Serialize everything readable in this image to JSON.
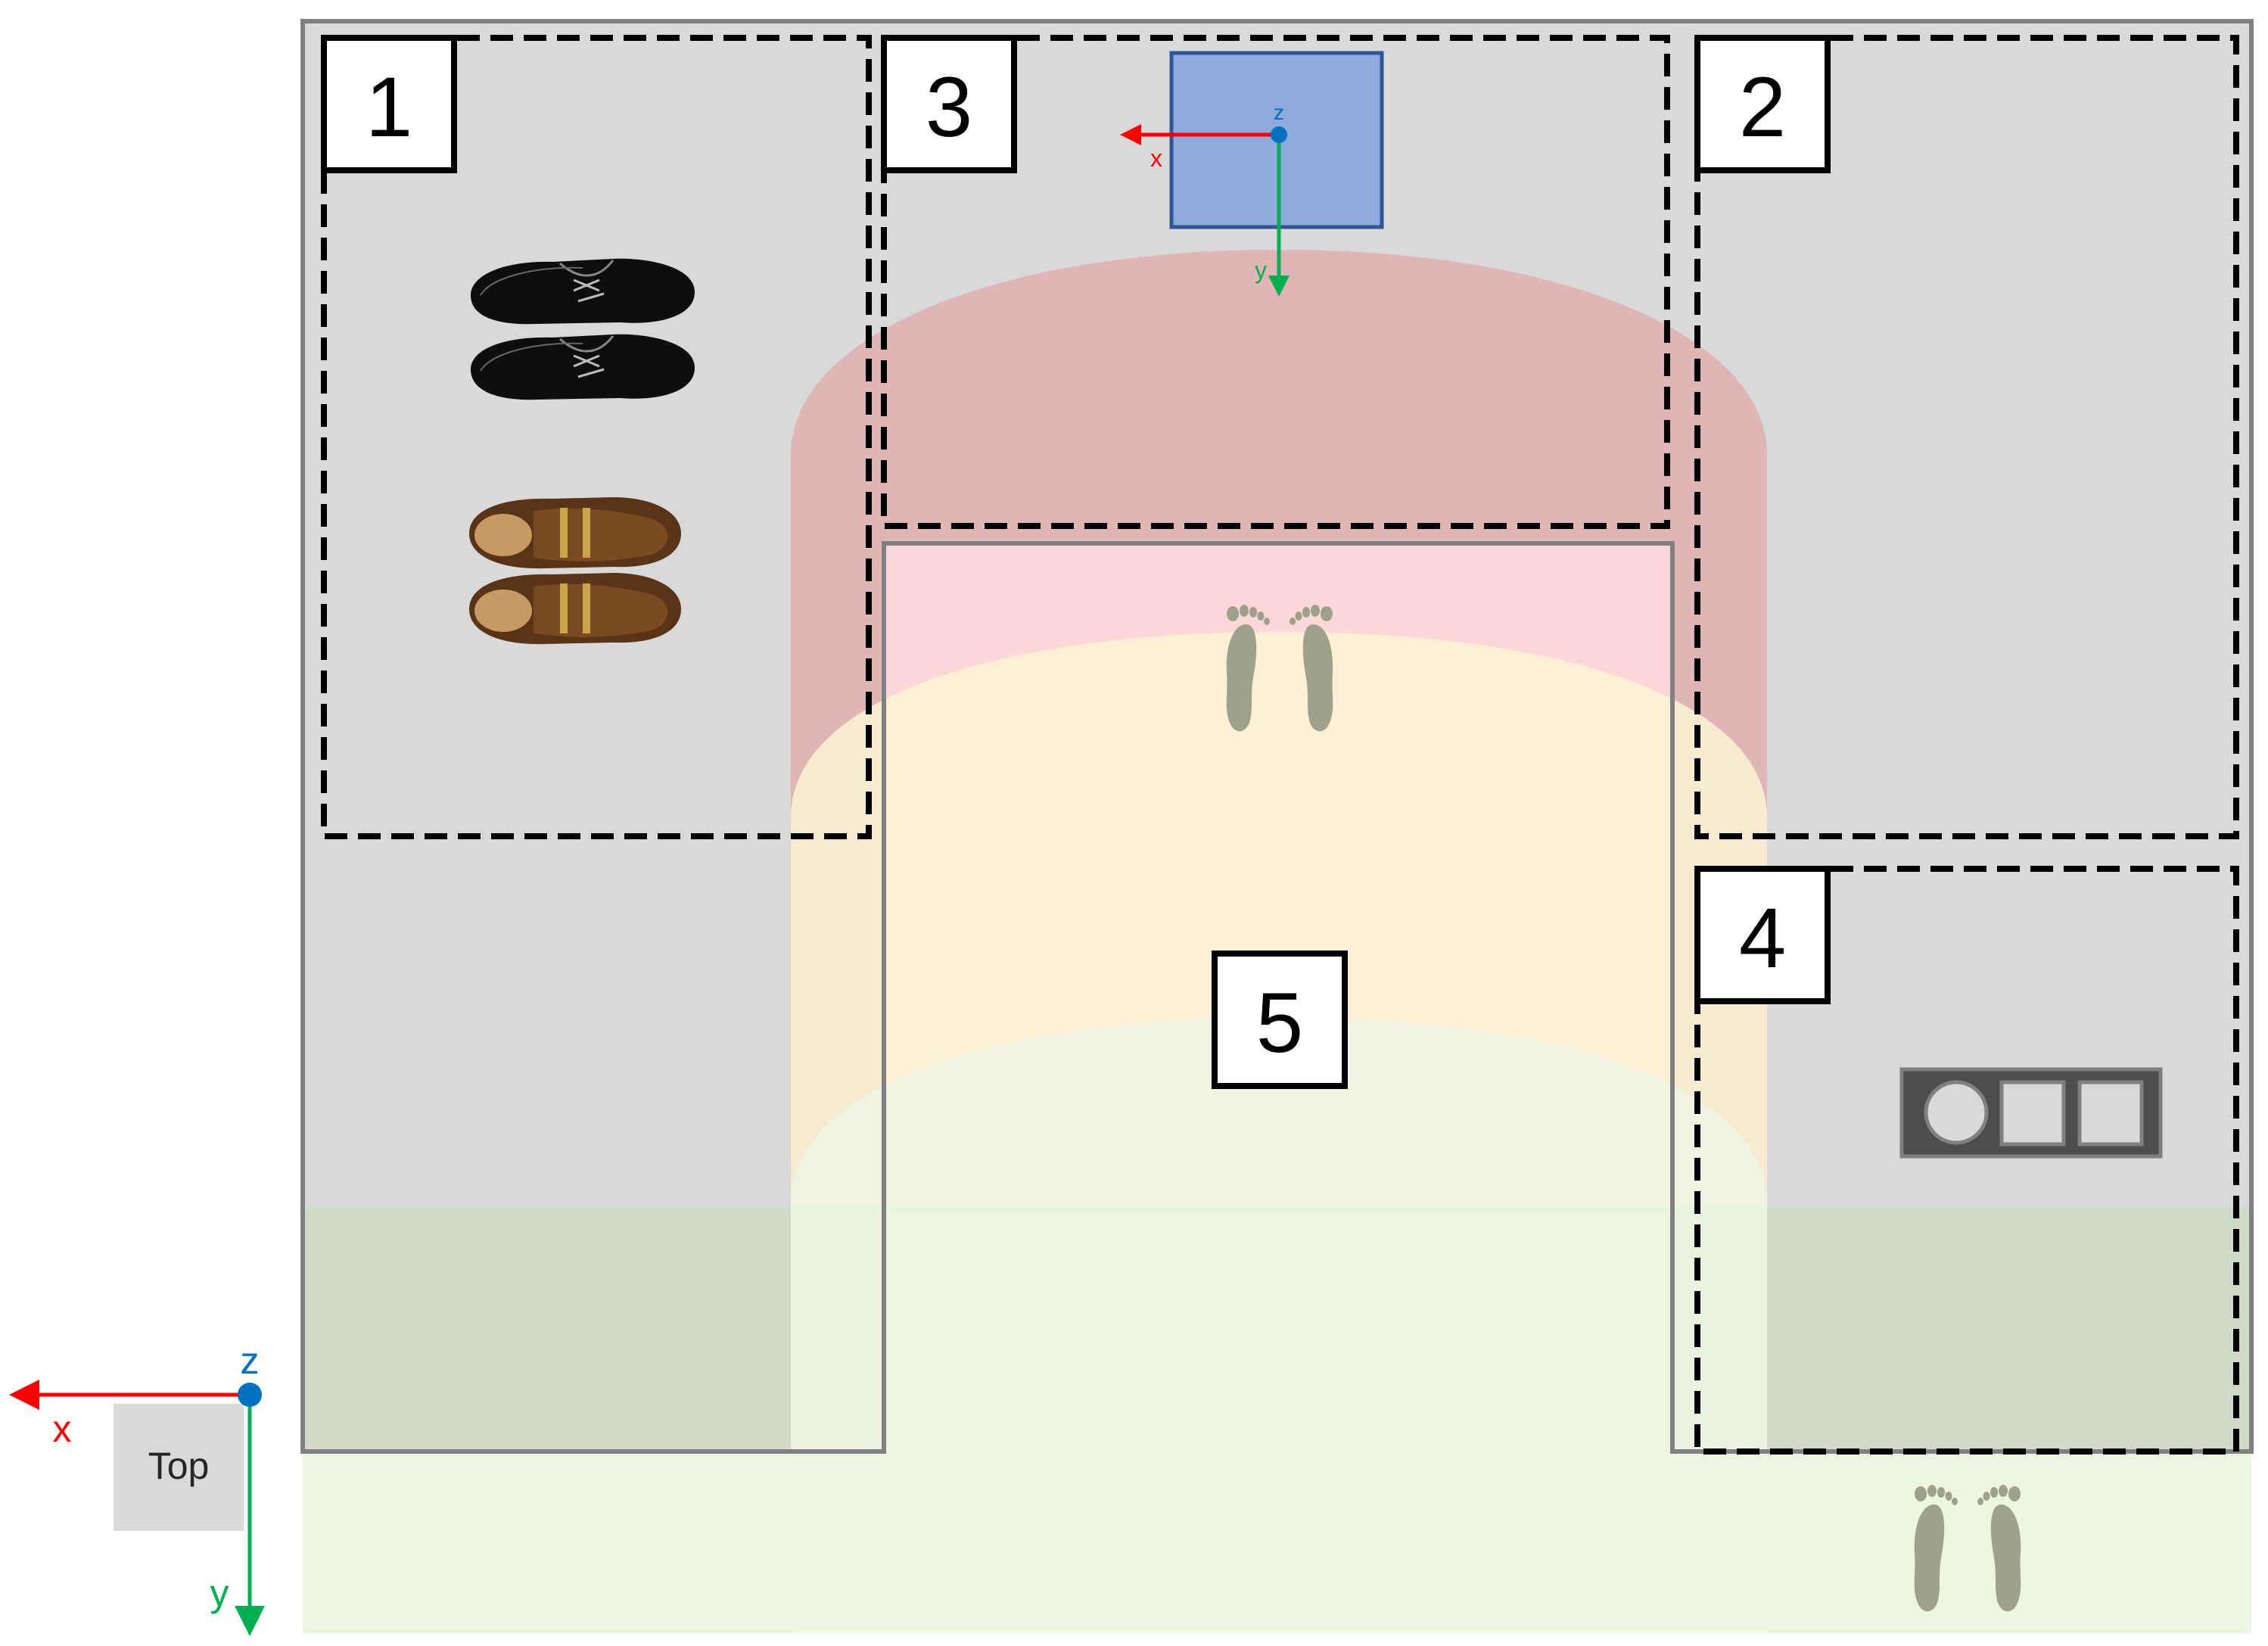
{
  "zones": [
    {
      "id": "1",
      "label": "1"
    },
    {
      "id": "2",
      "label": "2"
    },
    {
      "id": "3",
      "label": "3"
    },
    {
      "id": "4",
      "label": "4"
    },
    {
      "id": "5",
      "label": "5"
    }
  ],
  "workpiece_frame": {
    "x_label": "x",
    "y_label": "y",
    "z_label": "z"
  },
  "global_frame": {
    "x_label": "x",
    "y_label": "y",
    "z_label": "z"
  },
  "view_label": "Top",
  "colors": {
    "table": "#d9d9d9",
    "red_field": "#e0b5b5",
    "pink_area": "#fbd7d7",
    "yellow_field": "#fcf3d6",
    "green_field": "#edf5e1",
    "green_on_table": "#d0dac6",
    "workpiece": "#8faadc",
    "workpiece_border": "#2f5597",
    "x_axis": "#ff0000",
    "y_axis": "#00b050",
    "z_axis": "#0070c0",
    "footprint": "#9a9e88",
    "black_shoe": "#111111",
    "brown_shoe": "#7a4a22"
  },
  "icons": [
    "black-shoes-icon",
    "brown-shoes-icon",
    "footprints-icon",
    "control-panel-icon",
    "workpiece-icon"
  ]
}
